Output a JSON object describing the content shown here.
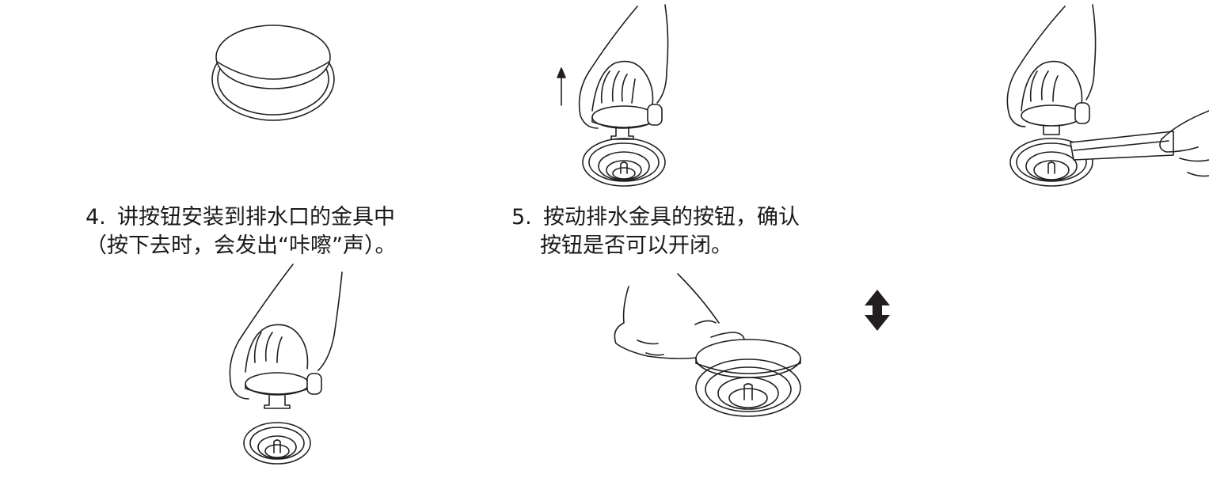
{
  "steps": [
    {
      "number": "4.",
      "line1": "讲按钮安装到排水口的金具中",
      "line2": "（按下去时，会发出“咔嚓”声）。"
    },
    {
      "number": "5.",
      "line1": "按动排水金具的按钮，确认",
      "line2": "按钮是否可以开闭。"
    }
  ],
  "icons": {
    "up_arrow": "arrow-up-icon",
    "double_arrow": "double-vertical-arrow-icon"
  },
  "colors": {
    "line": "#231f20",
    "text": "#1a1a1a",
    "background": "#ffffff"
  }
}
